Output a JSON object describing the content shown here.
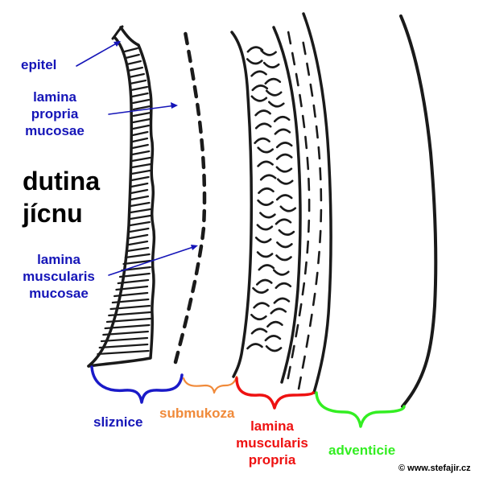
{
  "labels": {
    "epitel": "epitel",
    "lamina_propria": [
      "lamina",
      "propria",
      "mucosae"
    ],
    "dutina": [
      "dutina",
      "jícnu"
    ],
    "lamina_muscularis_mucosae": [
      "lamina",
      "muscularis",
      "mucosae"
    ],
    "sliznice": "sliznice",
    "submukoza": "submukoza",
    "lamina_muscularis_propria": [
      "lamina",
      "muscularis",
      "propria"
    ],
    "adventicie": "adventicie"
  },
  "copyright": "© www.stefajir.cz",
  "colors": {
    "sliznice": "#1a1ac8",
    "submukoza": "#f08a3a",
    "muscularis_propria": "#ee1111",
    "adventicie": "#33ee22",
    "label_blue": "#1515b8",
    "outline": "#1a1a1a"
  }
}
